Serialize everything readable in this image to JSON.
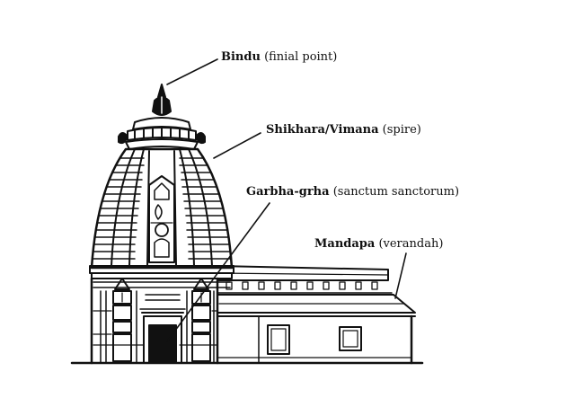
{
  "colors": {
    "ink": "#111111",
    "background": "#ffffff"
  },
  "labels": {
    "bindu": {
      "term": "Bindu",
      "desc": "(finial point)"
    },
    "shikhara": {
      "term": "Shikhara/Vimana",
      "desc": "(spire)"
    },
    "garbha": {
      "term": "Garbha-grha",
      "desc": "(sanctum sanctorum)"
    },
    "mandapa": {
      "term": "Mandapa",
      "desc": "(verandah)"
    }
  }
}
